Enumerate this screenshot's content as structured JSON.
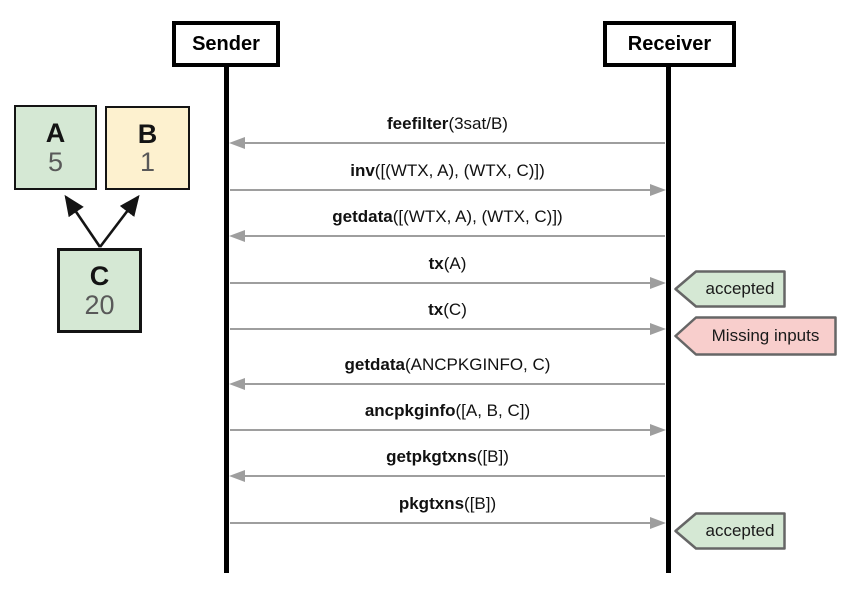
{
  "actors": [
    {
      "label": "Sender"
    },
    {
      "label": "Receiver"
    }
  ],
  "graph": {
    "nodes": [
      {
        "label": "A",
        "value": "5",
        "color": "green"
      },
      {
        "label": "B",
        "value": "1",
        "color": "cream"
      },
      {
        "label": "C",
        "value": "20",
        "color": "green"
      }
    ],
    "edges": [
      {
        "from": "C",
        "to": "A"
      },
      {
        "from": "C",
        "to": "B"
      }
    ]
  },
  "sequence": {
    "messages": [
      {
        "name": "feefilter",
        "args": "(3sat/B)",
        "from": "Receiver",
        "to": "Sender"
      },
      {
        "name": "inv",
        "args": "([(WTX, A), (WTX, C)])",
        "from": "Sender",
        "to": "Receiver"
      },
      {
        "name": "getdata",
        "args": "([(WTX, A), (WTX, C)])",
        "from": "Receiver",
        "to": "Sender"
      },
      {
        "name": "tx",
        "args": "(A)",
        "from": "Sender",
        "to": "Receiver",
        "badge": {
          "text": "accepted",
          "type": "success"
        }
      },
      {
        "name": "tx",
        "args": "(C)",
        "from": "Sender",
        "to": "Receiver",
        "badge": {
          "text": "Missing inputs",
          "type": "error"
        }
      },
      {
        "name": "getdata",
        "args": "(ANCPKGINFO, C)",
        "from": "Receiver",
        "to": "Sender"
      },
      {
        "name": "ancpkginfo",
        "args": "([A, B, C])",
        "from": "Sender",
        "to": "Receiver"
      },
      {
        "name": "getpkgtxns",
        "args": "([B])",
        "from": "Receiver",
        "to": "Sender"
      },
      {
        "name": "pkgtxns",
        "args": "([B])",
        "from": "Sender",
        "to": "Receiver",
        "badge": {
          "text": "accepted",
          "type": "success"
        }
      }
    ]
  },
  "colors": {
    "green": "#d5e8d4",
    "cream": "#fdf1cf",
    "pink": "#f8cecc",
    "arrowgray": "#9e9e9e",
    "badgeborder": "#666666",
    "valuegray": "#595959"
  }
}
